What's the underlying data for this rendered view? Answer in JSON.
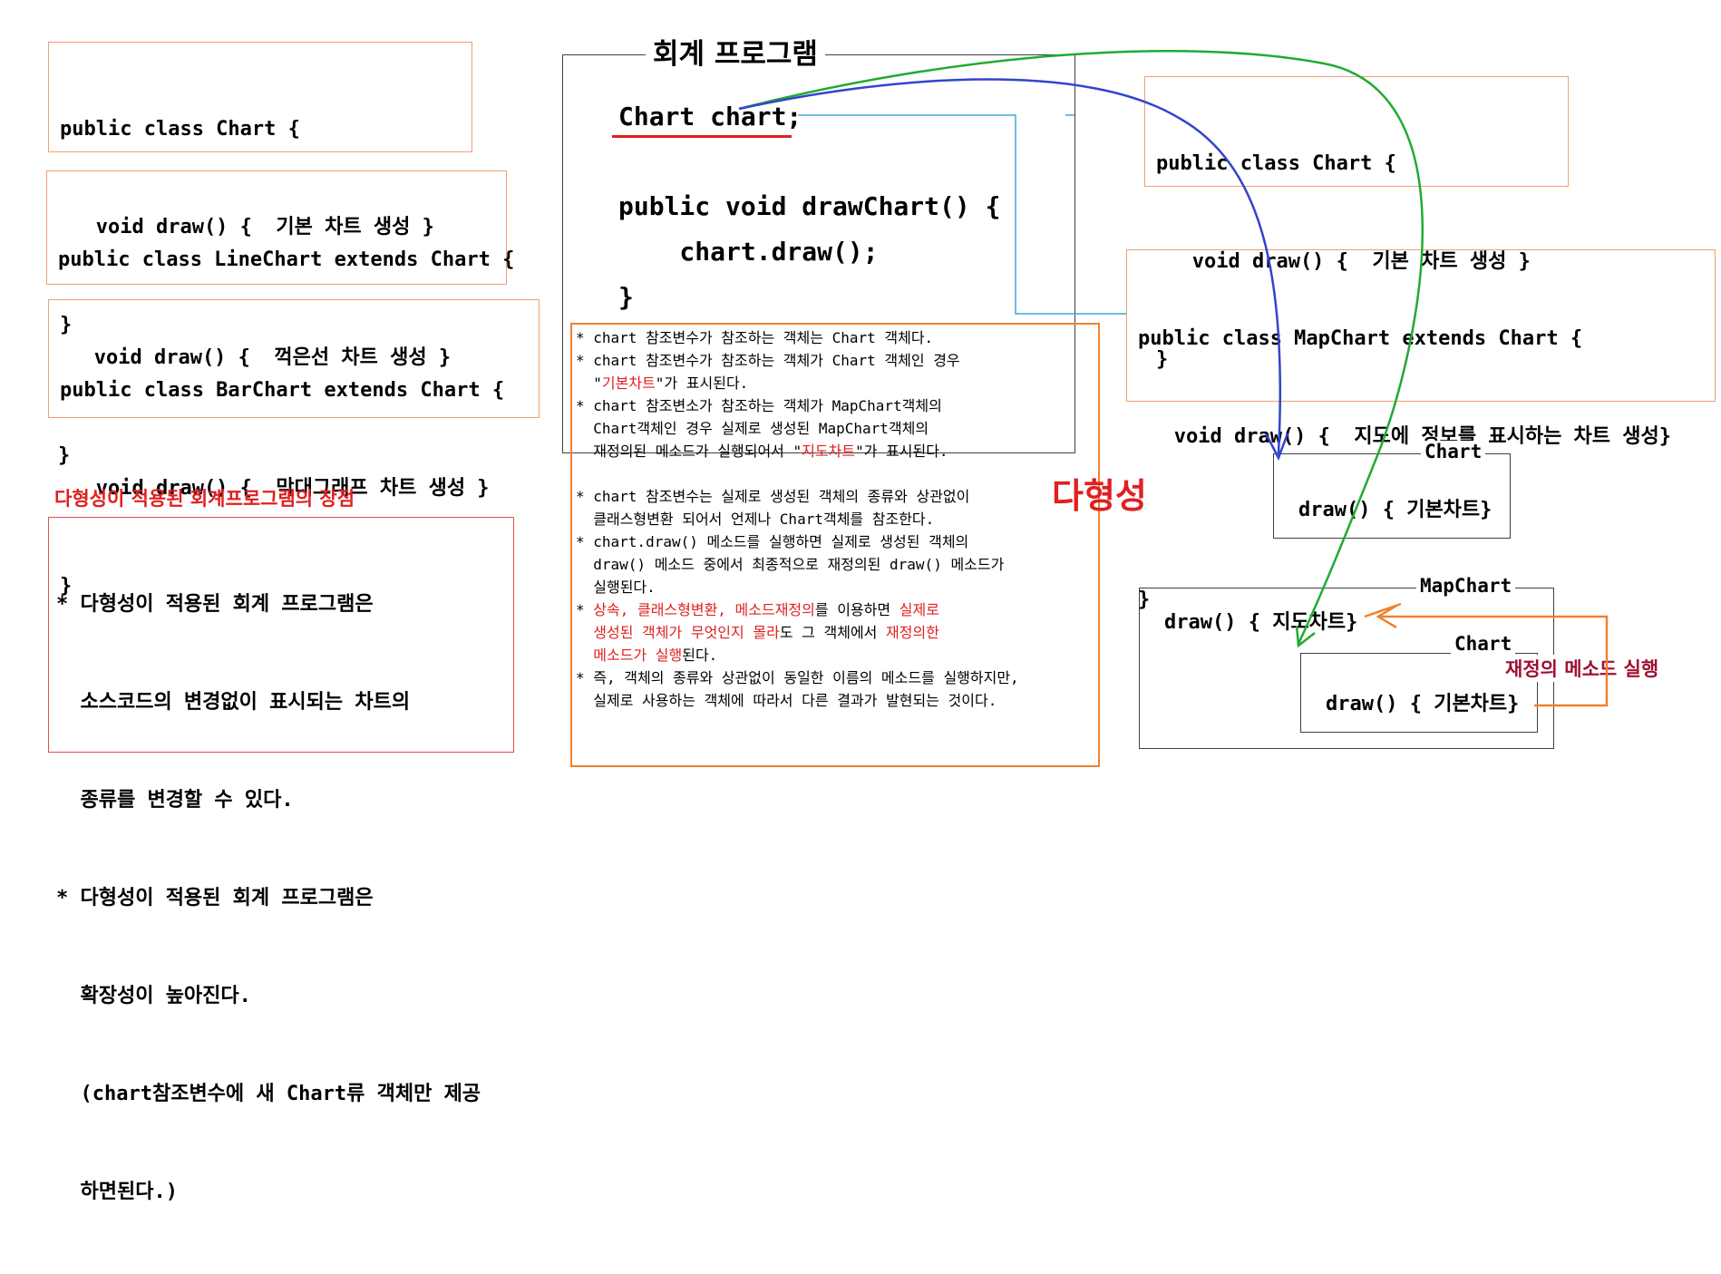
{
  "class_boxes": {
    "chart": [
      "public class Chart {",
      "   void draw() {  기본 차트 생성 }",
      "}"
    ],
    "linechart": [
      "public class LineChart extends Chart {",
      "   void draw() {  꺽은선 차트 생성 }",
      "}"
    ],
    "barchart": [
      "public class BarChart extends Chart {",
      "   void draw() {  막대그래프 차트 생성 }",
      "}"
    ]
  },
  "advantages": {
    "heading": "다형성이 적용된 회계프로그램의 장점",
    "lines": [
      "* 다형성이 적용된 회계 프로그램은",
      "  소스코드의 변경없이 표시되는 차트의",
      "  종류를 변경할 수 있다.",
      "* 다형성이 적용된 회계 프로그램은",
      "  확장성이 높아진다.",
      "  (chart참조변수에 새 Chart류 객체만 제공",
      "  하면된다.)"
    ]
  },
  "accounting_program": {
    "title": "회계 프로그램",
    "field": "Chart chart;",
    "method_lines": [
      "public void drawChart() {",
      "    chart.draw();",
      "}"
    ]
  },
  "notes": {
    "blocks": [
      [
        [
          "* chart 참조변수가 참조하는 객체는 Chart 객체다.",
          ""
        ]
      ],
      [
        [
          "* chart 참조변수가 참조하는 객체가 Chart 객체인 경우",
          ""
        ],
        [
          "  \"",
          "기본차트",
          "\"가 표시된다."
        ]
      ],
      [
        [
          "* chart 참조변소가 참조하는 객체가 MapChart객체의",
          ""
        ],
        [
          "  Chart객체인 경우 실제로 생성된 MapChart객체의",
          ""
        ],
        [
          "  재정의된 메소드가 실행되어서 \"",
          "지도차트",
          "\"가 표시된다."
        ]
      ],
      [
        [
          "",
          ""
        ]
      ],
      [
        [
          "* chart 참조변수는 실제로 생성된 객체의 종류와 상관없이",
          ""
        ],
        [
          "  클래스형변환 되어서 언제나 Chart객체를 참조한다.",
          ""
        ]
      ],
      [
        [
          "* chart.draw() 메소드를 실행하면 실제로 생성된 객체의",
          ""
        ],
        [
          "  draw() 메소드 중에서 최종적으로 재정의된 draw() 메소드가",
          ""
        ],
        [
          "  실행된다.",
          ""
        ]
      ],
      [
        [
          "* ",
          "상속, 클래스형변환, 메소드재정의",
          "를 이용하면 ",
          "실제로"
        ],
        [
          "  ",
          "생성된 객체가 무엇인지 몰라",
          "도 그 객체에서 ",
          "재정의한"
        ],
        [
          "  ",
          "메소드가 실행",
          "된다."
        ]
      ],
      [
        [
          "* 즉, 객체의 종류와 상관없이 동일한 이름의 메소드를 실행하지만,",
          ""
        ],
        [
          "  실제로 사용하는 객체에 따라서 다른 결과가 발현되는 것이다.",
          ""
        ]
      ]
    ],
    "polymorphism_label": "다형성"
  },
  "right_chart_box": [
    "public class Chart {",
    "   void draw() {  기본 차트 생성 }",
    "}"
  ],
  "right_mapchart_box": [
    "public class MapChart extends Chart {",
    "   void draw() {  지도에 정보를 표시하는 차트 생성}",
    "",
    "}"
  ],
  "object_chart": {
    "label": "Chart",
    "method": "draw() { 기본차트}"
  },
  "object_mapchart": {
    "label": "MapChart",
    "method": "draw() { 지도차트}",
    "inner_label": "Chart",
    "inner_method": "draw() { 기본차트}"
  },
  "override_label": "재정의 메소드 실행",
  "colors": {
    "orange_border": "#f0a070",
    "red_text": "#e02020",
    "dark_red_text": "#a01030",
    "green_arrow": "#22aa33",
    "blue_arrow": "#3344cc",
    "cyan_line": "#40a8d8",
    "orange_line": "#f08030"
  }
}
